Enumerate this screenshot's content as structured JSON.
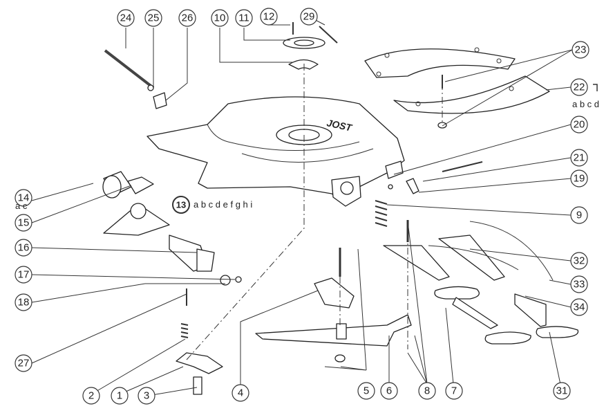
{
  "callouts": [
    {
      "id": "24",
      "num": "24"
    },
    {
      "id": "25",
      "num": "25"
    },
    {
      "id": "26",
      "num": "26"
    },
    {
      "id": "10",
      "num": "10"
    },
    {
      "id": "11",
      "num": "11"
    },
    {
      "id": "12",
      "num": "12"
    },
    {
      "id": "29",
      "num": "29"
    },
    {
      "id": "23",
      "num": "23"
    },
    {
      "id": "22",
      "num": "22",
      "suffix": "a b c d"
    },
    {
      "id": "20",
      "num": "20"
    },
    {
      "id": "21",
      "num": "21"
    },
    {
      "id": "19",
      "num": "19"
    },
    {
      "id": "9",
      "num": "9"
    },
    {
      "id": "14",
      "num": "14",
      "suffix": "a c"
    },
    {
      "id": "15",
      "num": "15"
    },
    {
      "id": "13",
      "num": "13",
      "suffix": "a b c d e f g h i"
    },
    {
      "id": "16",
      "num": "16"
    },
    {
      "id": "17",
      "num": "17"
    },
    {
      "id": "18",
      "num": "18"
    },
    {
      "id": "27",
      "num": "27"
    },
    {
      "id": "32",
      "num": "32"
    },
    {
      "id": "33",
      "num": "33"
    },
    {
      "id": "34",
      "num": "34"
    },
    {
      "id": "2",
      "num": "2"
    },
    {
      "id": "1",
      "num": "1"
    },
    {
      "id": "3",
      "num": "3"
    },
    {
      "id": "4",
      "num": "4"
    },
    {
      "id": "5",
      "num": "5"
    },
    {
      "id": "6",
      "num": "6"
    },
    {
      "id": "8",
      "num": "8"
    },
    {
      "id": "7",
      "num": "7"
    },
    {
      "id": "31",
      "num": "31"
    }
  ],
  "brand_mark": "JOST"
}
